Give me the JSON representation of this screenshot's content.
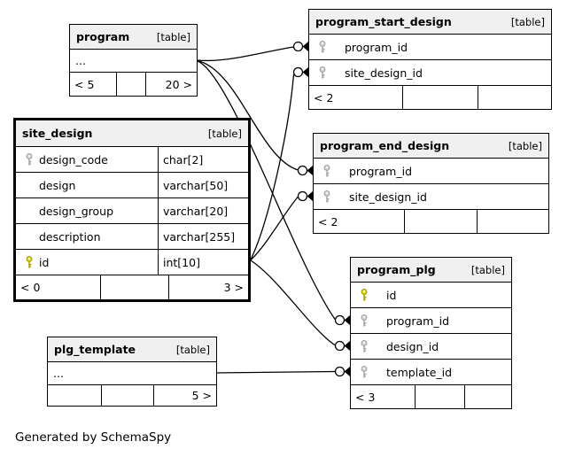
{
  "diagram": {
    "caption": "Generated by SchemaSpy",
    "badge_label": "[table]",
    "elided_text": "...",
    "tables": [
      {
        "id": "program",
        "name": "program",
        "badge": "[table]",
        "elided": true,
        "columns": [],
        "footer": [
          "< 5",
          "",
          "20 >"
        ]
      },
      {
        "id": "program_start_design",
        "name": "program_start_design",
        "badge": "[table]",
        "elided": false,
        "columns": [
          {
            "key": "foreign",
            "name": "program_id"
          },
          {
            "key": "foreign",
            "name": "site_design_id"
          }
        ],
        "footer": [
          "< 2",
          "",
          ""
        ]
      },
      {
        "id": "site_design",
        "name": "site_design",
        "badge": "[table]",
        "elided": false,
        "columns": [
          {
            "key": "foreign",
            "name": "design_code",
            "type": "char[2]"
          },
          {
            "key": null,
            "name": "design",
            "type": "varchar[50]"
          },
          {
            "key": null,
            "name": "design_group",
            "type": "varchar[20]"
          },
          {
            "key": null,
            "name": "description",
            "type": "varchar[255]"
          },
          {
            "key": "primary",
            "name": "id",
            "type": "int[10]"
          }
        ],
        "footer": [
          "< 0",
          "",
          "3 >"
        ]
      },
      {
        "id": "program_end_design",
        "name": "program_end_design",
        "badge": "[table]",
        "elided": false,
        "columns": [
          {
            "key": "foreign",
            "name": "program_id"
          },
          {
            "key": "foreign",
            "name": "site_design_id"
          }
        ],
        "footer": [
          "< 2",
          "",
          ""
        ]
      },
      {
        "id": "program_plg",
        "name": "program_plg",
        "badge": "[table]",
        "elided": false,
        "columns": [
          {
            "key": "primary",
            "name": "id"
          },
          {
            "key": "foreign",
            "name": "program_id"
          },
          {
            "key": "foreign",
            "name": "design_id"
          },
          {
            "key": "foreign",
            "name": "template_id"
          }
        ],
        "footer": [
          "< 3",
          "",
          ""
        ]
      },
      {
        "id": "plg_template",
        "name": "plg_template",
        "badge": "[table]",
        "elided": true,
        "columns": [],
        "footer": [
          "",
          "",
          "5 >"
        ]
      }
    ],
    "connectors": [
      {
        "from": "program",
        "to": "program_start_design.program_id"
      },
      {
        "from": "program",
        "to": "program_end_design.program_id"
      },
      {
        "from": "program",
        "to": "program_plg.program_id"
      },
      {
        "from": "site_design.id",
        "to": "program_start_design.site_design_id"
      },
      {
        "from": "site_design.id",
        "to": "program_end_design.site_design_id"
      },
      {
        "from": "site_design.id",
        "to": "program_plg.design_id"
      },
      {
        "from": "plg_template",
        "to": "program_plg.template_id"
      }
    ],
    "colors": {
      "background": "#ffffff",
      "header_bg": "#f0f0f0",
      "border": "#000000",
      "line": "#000000",
      "primary_key": "#e3e300",
      "foreign_key": "#d4d4d4"
    }
  }
}
